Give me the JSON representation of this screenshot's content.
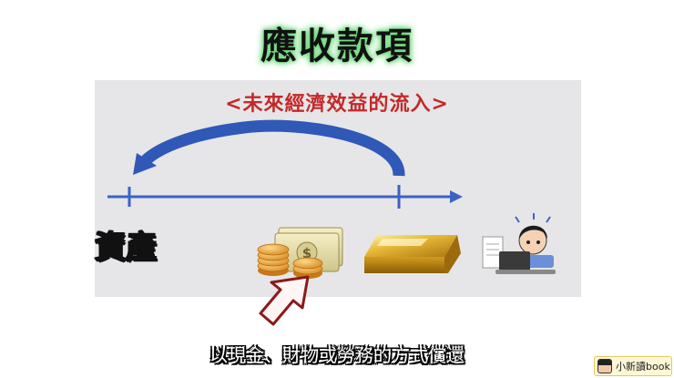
{
  "title": "應收款項",
  "inflow_label": "<未來經濟效益的流入>",
  "asset_label": "資產",
  "subtitle": "以現金、財物或勞務的方式償還",
  "channel_badge": "小新讀book",
  "coin_symbol": "$",
  "colors": {
    "timeline": "#3b63c4",
    "arrow": "#2f58b7",
    "inflow_text": "#c62828",
    "title_glow": "#5bd06a",
    "pointer_border": "#8b1a1a"
  }
}
